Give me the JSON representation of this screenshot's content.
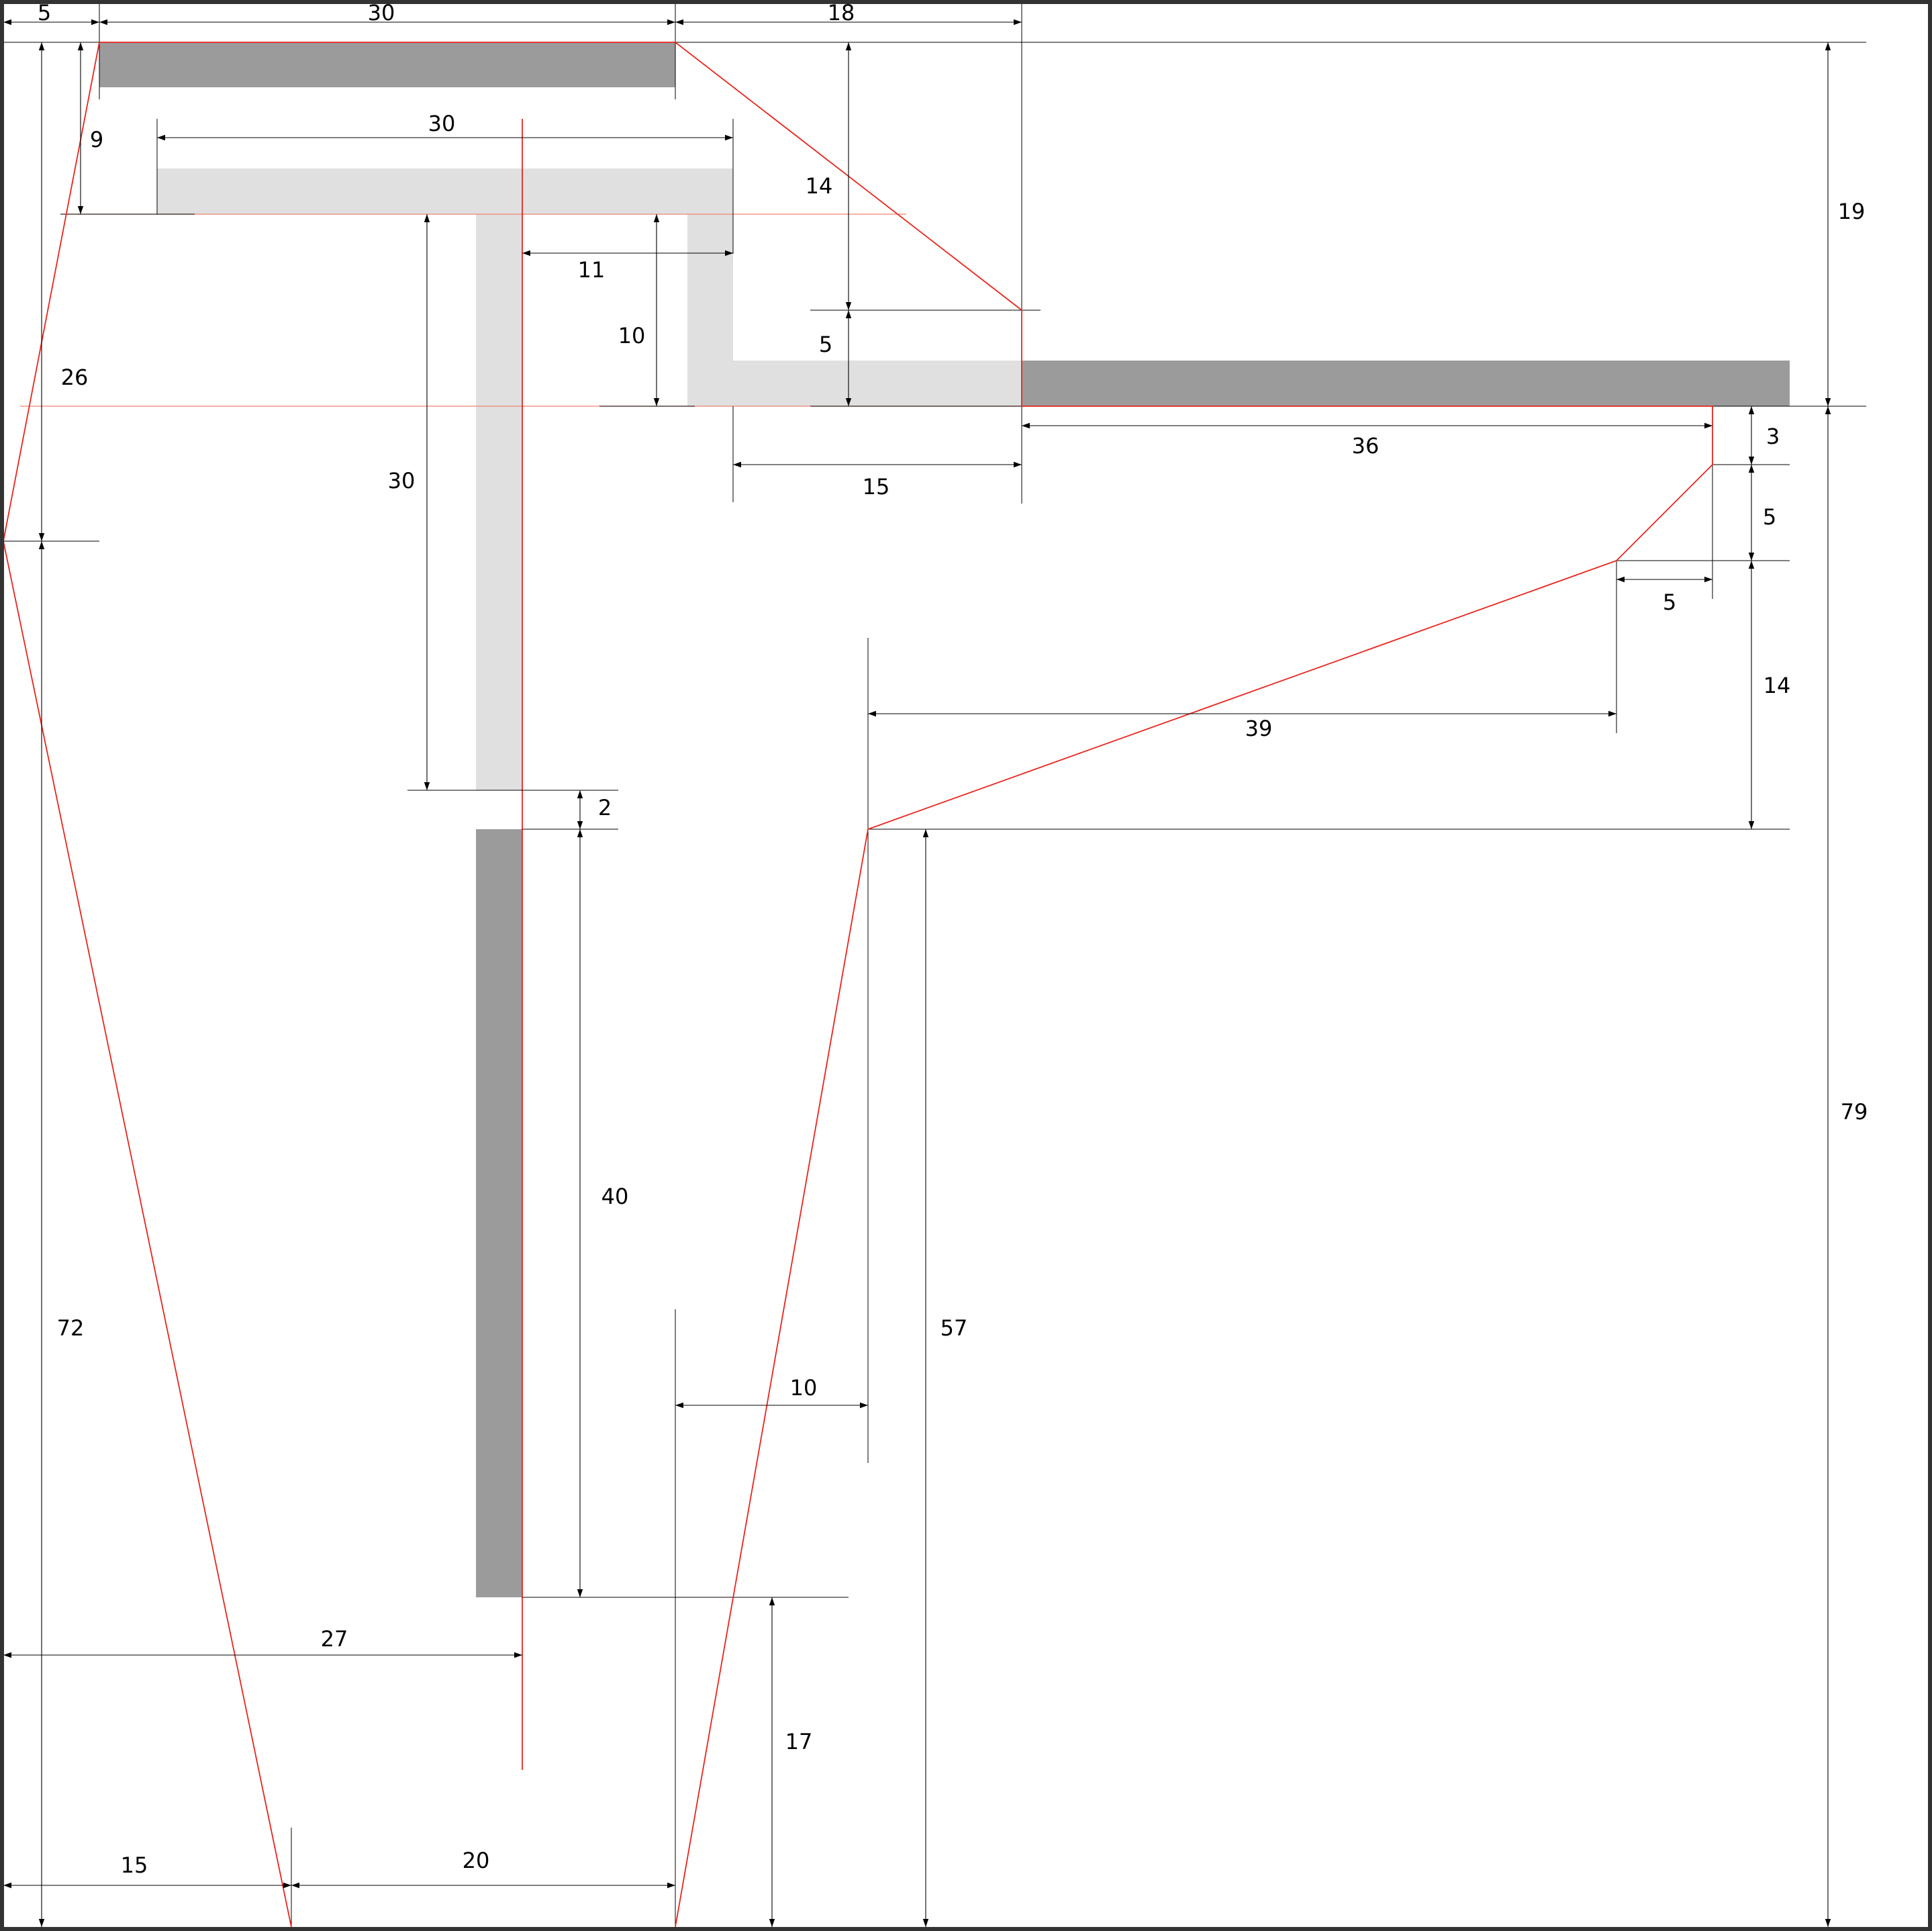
{
  "colors": {
    "frame": "#333333",
    "solid_bar": "#9b9b9b",
    "ghost_bar": "#e0e0e0",
    "profile_line": "#e8241e",
    "dimension_line": "#000000"
  },
  "dimensions": {
    "top_left_5": "5",
    "top_30": "30",
    "top_18": "18",
    "left_9": "9",
    "upper_30": "30",
    "mid_14": "14",
    "right_19": "19",
    "mid_11": "11",
    "mid_10": "10",
    "mid_5": "5",
    "left_26": "26",
    "right_36": "36",
    "right_3": "3",
    "mid_30": "30",
    "mid_15": "15",
    "right_5_vertical": "5",
    "right_5_horizontal": "5",
    "right_14": "14",
    "mid_39": "39",
    "mid_2": "2",
    "right_79": "79",
    "mid_40": "40",
    "left_72": "72",
    "mid_57": "57",
    "low_10": "10",
    "low_27": "27",
    "low_17": "17",
    "bottom_15": "15",
    "bottom_20": "20"
  }
}
